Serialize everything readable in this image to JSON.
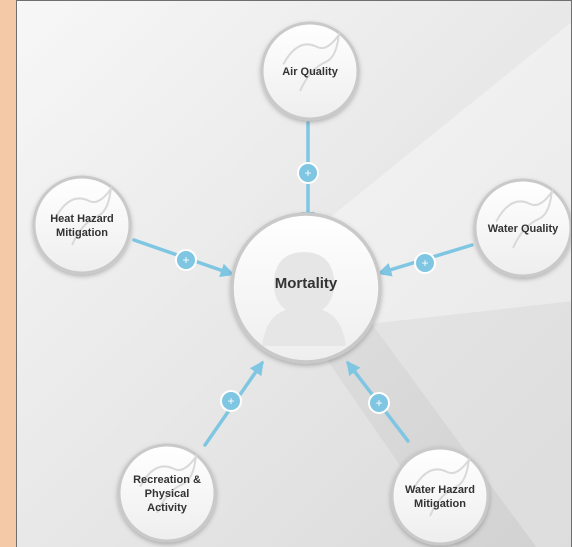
{
  "diagram": {
    "center": {
      "label": "Mortality"
    },
    "nodes": [
      {
        "id": "air-quality",
        "lines": [
          "Air Quality"
        ]
      },
      {
        "id": "water-quality",
        "lines": [
          "Water Quality"
        ]
      },
      {
        "id": "water-hazard",
        "lines": [
          "Water Hazard",
          "Mitigation"
        ]
      },
      {
        "id": "recreation",
        "lines": [
          "Recreation &",
          "Physical",
          "Activity"
        ]
      },
      {
        "id": "heat-hazard",
        "lines": [
          "Heat Hazard",
          "Mitigation"
        ]
      }
    ],
    "link_symbol": "+",
    "colors": {
      "arrow": "#7fc6e2",
      "node_fill": "#ffffff",
      "node_stroke": "#c9c9c9",
      "label": "#333333",
      "background_light": "#f4f4f4",
      "background_dark": "#d6d6d6"
    }
  }
}
